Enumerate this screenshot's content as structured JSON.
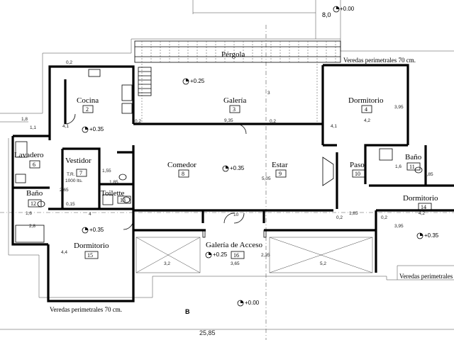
{
  "rooms": {
    "cocina": {
      "name": "Cocina",
      "num": "2"
    },
    "galeria": {
      "name": "Galería",
      "num": "3"
    },
    "dorm4": {
      "name": "Dormitorio",
      "num": "4"
    },
    "lavadero": {
      "name": "Lavadero",
      "num": "6"
    },
    "vestidor": {
      "name": "Vestidor",
      "num": "7"
    },
    "comedor": {
      "name": "Comedor",
      "num": "8"
    },
    "estar": {
      "name": "Estar",
      "num": "9"
    },
    "paso": {
      "name": "Paso",
      "num": "10"
    },
    "bano11": {
      "name": "Baño",
      "num": "11"
    },
    "bano12": {
      "name": "Baño",
      "num": "12"
    },
    "toilette": {
      "name": "Toilette",
      "num": "13"
    },
    "dorm14": {
      "name": "Dormitorio",
      "num": "14"
    },
    "dorm15": {
      "name": "Dormitorio",
      "num": "15"
    },
    "acceso": {
      "name": "Galería de Acceso",
      "num": "16"
    }
  },
  "labels": {
    "pergola": "Pérgola",
    "veredas_top": "Veredas perimetrales 70 cm.",
    "veredas_bottom": "Veredas perimetrales 70 cm.",
    "section_marker": "B",
    "tr_line1": "T.R.",
    "tr_line2": "1000 lts."
  },
  "levels": {
    "top": "+0.00",
    "galeria": "+0.25",
    "cocina": "+0.35",
    "comedor": "+0.35",
    "dorm14": "+0.35",
    "dorm15": "+0.35",
    "acceso": "+0.25",
    "bottom": "+0.00"
  },
  "dims": {
    "total_width": "25,85",
    "top_width": "8,0",
    "d_935": "9,35",
    "d_42a": "4,2",
    "d_395a": "3,95",
    "d_10": "10",
    "d_185": "1,85",
    "d_02a": "0,2",
    "d_02b": "0,2",
    "d_4": "4",
    "d_505": "5,05",
    "d_395b": "3,95",
    "d_42b": "4,2",
    "d_44": "4,4",
    "d_32": "3,2",
    "d_365": "3,65",
    "d_235": "2,35",
    "d_52": "5,2",
    "d_265": "2,65",
    "d_155": "1,55",
    "d_185b": "1,85",
    "d_16a": "1,6",
    "d_16b": "1,6",
    "d_28": "2,8",
    "d_285": "2,85",
    "d_015": "0,15",
    "d_11": "1,1",
    "d_18": "1,8",
    "d_41": "4,1",
    "d_41b": "4,1",
    "d_3": "3",
    "d_02c": "0,2",
    "d_02d": "0,2",
    "d_02e": "0,2"
  }
}
